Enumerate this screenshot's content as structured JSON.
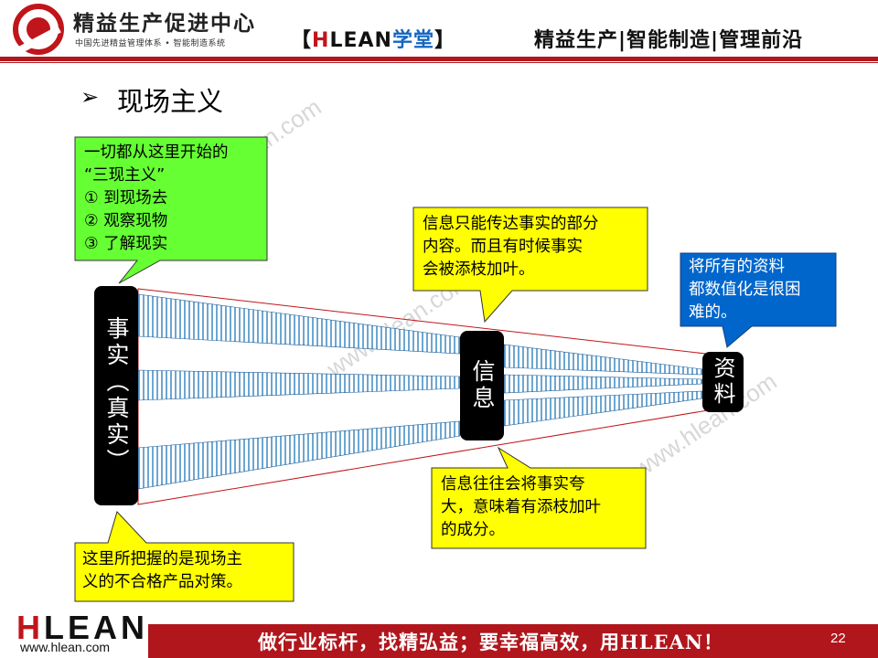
{
  "header": {
    "brand_title": "精益生产促进中心",
    "brand_subtitle": "中国先进精益管理体系 • 智能制造系统",
    "tag_open": "【",
    "tag_h": "H",
    "tag_lean": "LEAN",
    "tag_xuetang": "学堂",
    "tag_close": "】",
    "slogan": "精益生产|智能制造|管理前沿"
  },
  "section": {
    "bullet": "➢",
    "title": "现场主义"
  },
  "diagram": {
    "fact_bar": "事实（真实）",
    "info_bar": "信息",
    "data_bar": "资料",
    "callouts": {
      "start": "一切都从这里开始的\n“三现主义”\n①  到现场去\n②  观察现物\n③  了解现实",
      "info_partial": "信息只能传达事实的部分\n内容。而且有时候事实\n会被添枝加叶。",
      "data_hard": "将所有的资料\n都数值化是很困\n难的。",
      "info_exaggerate": "信息往往会将事实夸\n大，意味着有添枝加叶\n的成分。",
      "fact_grasp": "这里所把握的是现场主\n义的不合格产品对策。"
    },
    "colors": {
      "green": "#66ff33",
      "yellow": "#ffff00",
      "blue": "#0066cc",
      "stripe": "#4a8fc4"
    }
  },
  "watermark": "www.hlean.com",
  "footer": {
    "logo_h": "H",
    "logo_rest": "LEAN",
    "url": "www.hlean.com",
    "slogan": "做行业标杆，找精弘益；要幸福高效，用HLEAN！",
    "page": "22"
  }
}
